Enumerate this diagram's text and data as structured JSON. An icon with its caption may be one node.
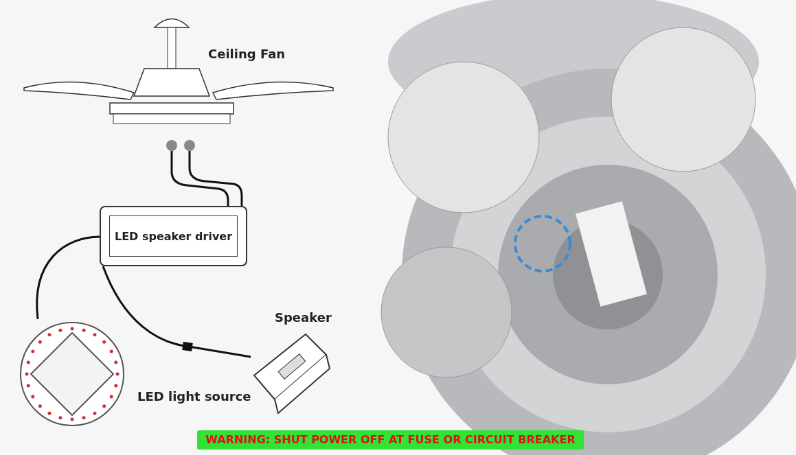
{
  "diagram": {
    "nodes": [
      {
        "text": [
          "Ceiling Fan"
        ]
      },
      {
        "text": [
          "LED speaker driver"
        ]
      },
      {
        "text": [
          "Speaker"
        ]
      },
      {
        "text": [
          "LED light source"
        ]
      }
    ],
    "edges": [
      {
        "from": 0,
        "to": 1,
        "arrow": "none"
      },
      {
        "from": 0,
        "to": 1,
        "arrow": "none"
      },
      {
        "from": 1,
        "to": 3,
        "arrow": "none"
      },
      {
        "from": 1,
        "to": 2,
        "arrow": "none"
      }
    ],
    "labels": [
      "WARNING: SHUT POWER OFF AT FUSE OR CIRCUIT BREAKER"
    ]
  }
}
